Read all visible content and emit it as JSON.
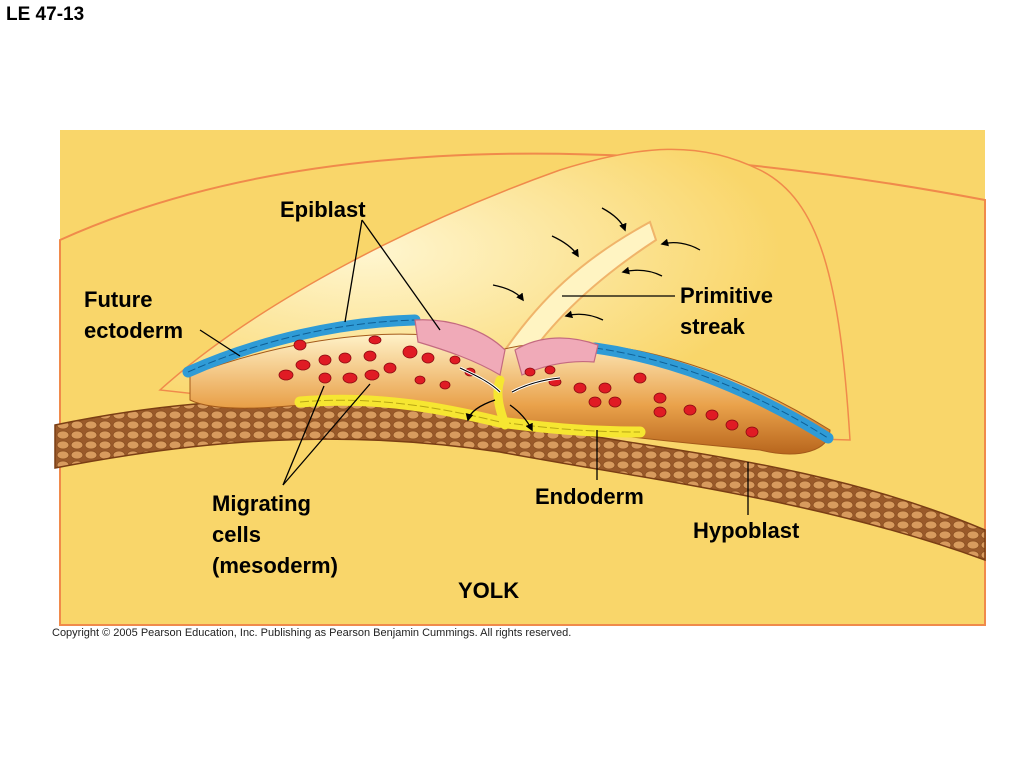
{
  "figure_id": "LE 47-13",
  "labels": {
    "epiblast": "Epiblast",
    "future_ectoderm": [
      "Future",
      "ectoderm"
    ],
    "primitive_streak": [
      "Primitive",
      "streak"
    ],
    "migrating_cells": [
      "Migrating",
      "cells",
      "(mesoderm)"
    ],
    "endoderm": "Endoderm",
    "hypoblast": "Hypoblast",
    "yolk": "YOLK"
  },
  "copyright": "Copyright © 2005 Pearson Education, Inc. Publishing as Pearson Benjamin Cummings. All rights reserved.",
  "colors": {
    "yolk": "#f9d66a",
    "embryo_surface": "#fcefb8",
    "ectoderm": "#2f9bd6",
    "epiblast_streak": "#f0aab8",
    "mesoderm_cells": "#e01b24",
    "endoderm": "#f6e631",
    "hypoblast": "#c98a4a"
  }
}
